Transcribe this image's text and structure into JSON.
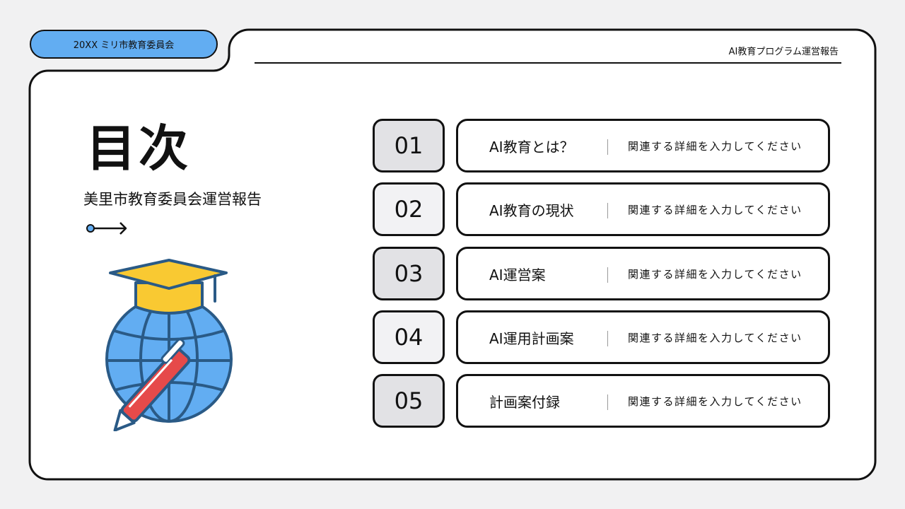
{
  "header": {
    "org": "20XX ミリ市教育委員会",
    "doc_title": "AI教育プログラム運営報告"
  },
  "left": {
    "title": "目次",
    "subtitle": "美里市教育委員会運営報告",
    "arrow_icon": "arrow-right-icon",
    "illustration_icon": "graduation-globe-pen-icon"
  },
  "colors": {
    "accent_blue": "#62adf2",
    "cap_yellow": "#f9c932",
    "pen_red": "#e64a4a",
    "globe_stroke": "#2a5a86",
    "number_box_dark": "#e2e2e5",
    "number_box_light": "#f2f2f4"
  },
  "toc": [
    {
      "num": "01",
      "label": "AI教育とは？",
      "detail": "関連する詳細を入力してください"
    },
    {
      "num": "02",
      "label": "AI教育の現状",
      "detail": "関連する詳細を入力してください"
    },
    {
      "num": "03",
      "label": "AI運営案",
      "detail": "関連する詳細を入力してください"
    },
    {
      "num": "04",
      "label": "AI運用計画案",
      "detail": "関連する詳細を入力してください"
    },
    {
      "num": "05",
      "label": "計画案付録",
      "detail": "関連する詳細を入力してください"
    }
  ]
}
